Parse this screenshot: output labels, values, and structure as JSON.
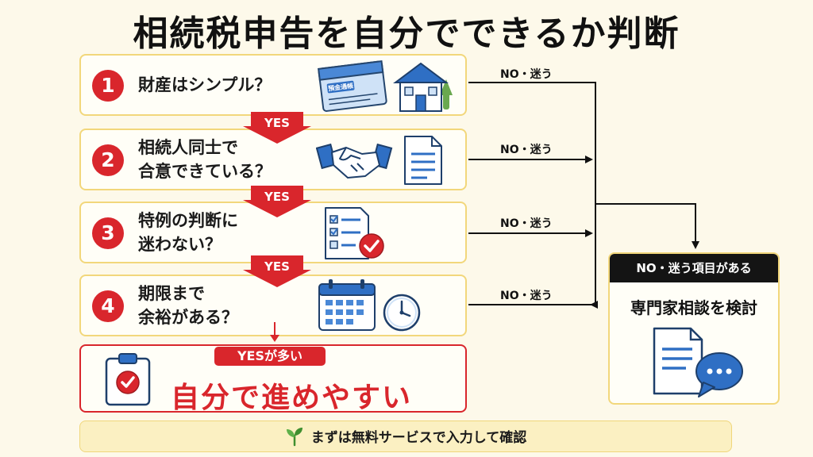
{
  "title": "相続税申告を自分でできるか判断",
  "steps": [
    {
      "number": "1",
      "question_lines": [
        "財産はシンプル？"
      ],
      "icons": [
        "bankbook-icon",
        "house-icon"
      ]
    },
    {
      "number": "2",
      "question_lines": [
        "相続人同士で",
        "合意できている？"
      ],
      "icons": [
        "handshake-icon",
        "document-icon"
      ]
    },
    {
      "number": "3",
      "question_lines": [
        "特例の判断に",
        "迷わない？"
      ],
      "icons": [
        "checklist-icon"
      ]
    },
    {
      "number": "4",
      "question_lines": [
        "期限まで",
        "余裕がある？"
      ],
      "icons": [
        "calendar-icon",
        "clock-icon"
      ]
    }
  ],
  "bankbook_label": "預金通帳",
  "yes_label": "YES",
  "no_label": "NO・迷う",
  "result": {
    "badge": "YESが多い",
    "text": "自分で進めやすい"
  },
  "expert": {
    "header": "NO・迷う項目がある",
    "title": "専門家相談を検討"
  },
  "banner": {
    "text": "まずは無料サービスで入力して確認",
    "icon": "sprout-icon"
  },
  "colors": {
    "accent_red": "#d9262c",
    "step_border": "#f2d77b",
    "icon_blue": "#2f6fc4",
    "background": "#fdf9ea"
  }
}
